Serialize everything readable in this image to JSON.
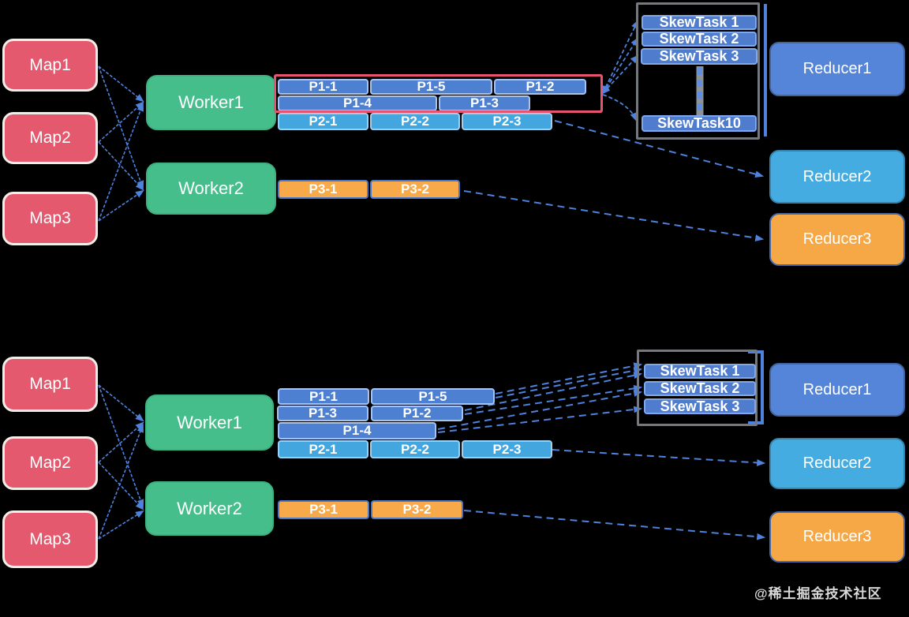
{
  "watermark": "@稀土掘金技术社区",
  "colors": {
    "background": "#000000",
    "map": "#E4596D",
    "worker": "#45BE8B",
    "p1_partition": "#4E80D2",
    "p2_partition": "#43A6DF",
    "p3_partition": "#F8A94A",
    "skew_task": "#4F7CCD",
    "reducer1": "#5585D8",
    "reducer2": "#45ACE1",
    "reducer3": "#F6A847",
    "arrow": "#4E82DC",
    "skew_group_border": "#E8536F",
    "container_border": "#75797E"
  },
  "top": {
    "maps": [
      "Map1",
      "Map2",
      "Map3"
    ],
    "workers": [
      "Worker1",
      "Worker2"
    ],
    "partitions": {
      "row1": [
        "P1-1",
        "P1-5",
        "P1-2"
      ],
      "row2": [
        "P1-4",
        "P1-3"
      ],
      "row3": [
        "P2-1",
        "P2-2",
        "P2-3"
      ],
      "row4": [
        "P3-1",
        "P3-2"
      ]
    },
    "skew_tasks": [
      "SkewTask 1",
      "SkewTask 2",
      "SkewTask 3",
      "SkewTask10"
    ],
    "reducers": [
      "Reducer1",
      "Reducer2",
      "Reducer3"
    ]
  },
  "bottom": {
    "maps": [
      "Map1",
      "Map2",
      "Map3"
    ],
    "workers": [
      "Worker1",
      "Worker2"
    ],
    "partitions": {
      "row1": [
        "P1-1",
        "P1-5"
      ],
      "row2": [
        "P1-3",
        "P1-2"
      ],
      "row3": [
        "P1-4"
      ],
      "row4": [
        "P2-1",
        "P2-2",
        "P2-3"
      ],
      "row5": [
        "P3-1",
        "P3-2"
      ]
    },
    "skew_tasks": [
      "SkewTask 1",
      "SkewTask 2",
      "SkewTask 3"
    ],
    "reducers": [
      "Reducer1",
      "Reducer2",
      "Reducer3"
    ]
  }
}
